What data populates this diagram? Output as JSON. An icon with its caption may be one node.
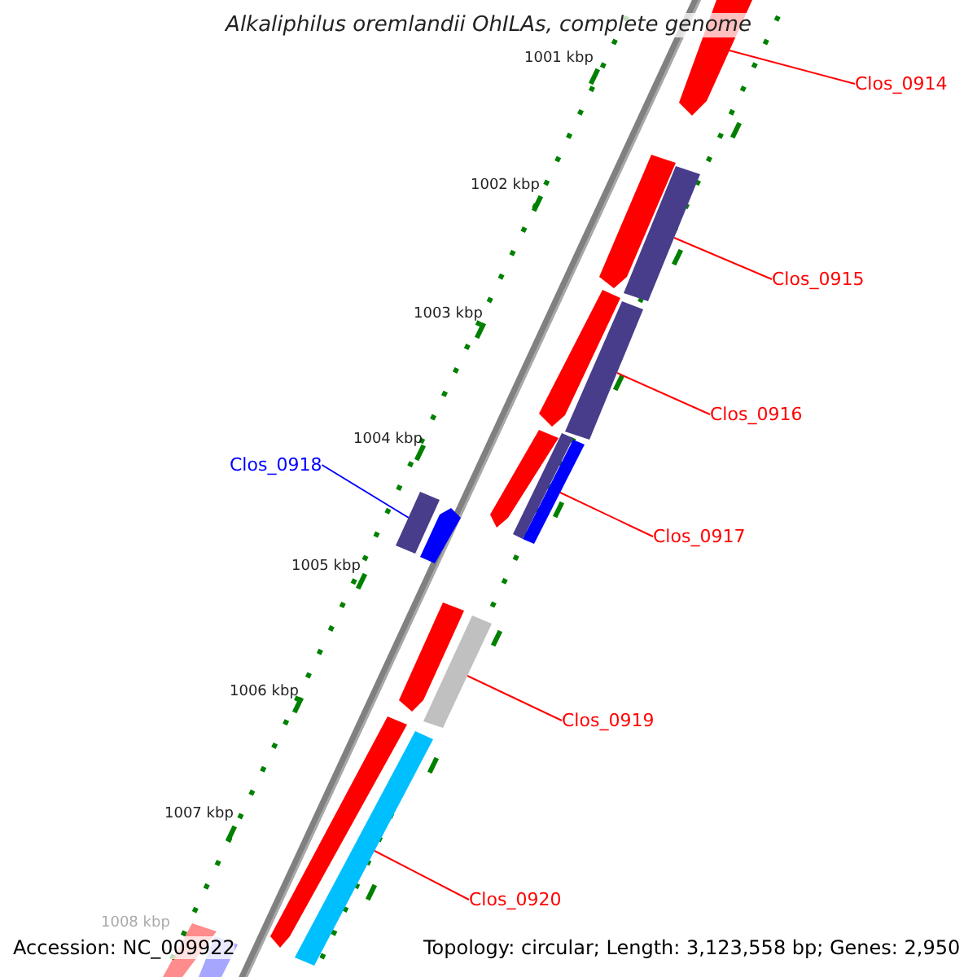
{
  "diagram": {
    "title": "Alkaliphilus oremlandii OhILAs, complete genome",
    "nodes": [
      {
        "text": [
          "Clos_0914"
        ]
      },
      {
        "text": [],
        "shape": "bar"
      },
      {
        "text": [
          "Clos_0915"
        ]
      },
      {
        "text": [],
        "shape": "bar"
      },
      {
        "text": [
          "Clos_0916"
        ]
      },
      {
        "text": [],
        "shape": "bar"
      },
      {
        "text": [
          "Clos_0918"
        ]
      },
      {
        "text": [],
        "shape": "bar"
      },
      {
        "text": [
          "Clos_0917"
        ]
      },
      {
        "text": [],
        "shape": "bar"
      },
      {
        "text": [
          "Clos_0919"
        ]
      },
      {
        "text": [],
        "shape": "bar"
      },
      {
        "text": [
          "Clos_0920"
        ]
      },
      {
        "text": [],
        "shape": "bar"
      },
      {
        "text": [],
        "shape": "bar"
      },
      {
        "text": [],
        "shape": "bar"
      },
      {
        "text": [],
        "shape": "bar"
      },
      {
        "text": [],
        "shape": "bar"
      },
      {
        "text": [],
        "shape": "bar"
      },
      {
        "text": [],
        "shape": "bar"
      },
      {
        "text": [],
        "shape": "bar"
      },
      {
        "text": [],
        "shape": "bar"
      },
      {
        "text": [],
        "shape": "bar"
      }
    ],
    "edges": [
      {
        "from": 0,
        "to": 1,
        "arrow": "none"
      },
      {
        "from": 2,
        "to": 3,
        "arrow": "none"
      },
      {
        "from": 4,
        "to": 5,
        "arrow": "none"
      },
      {
        "from": 6,
        "to": 7,
        "arrow": "none",
        "color": "#0000ff"
      },
      {
        "from": 8,
        "to": 9,
        "arrow": "none"
      },
      {
        "from": 10,
        "to": 11,
        "arrow": "none"
      },
      {
        "from": 12,
        "to": 13,
        "arrow": "none"
      }
    ],
    "labels": [
      "1001 kbp",
      "1002 kbp",
      "1003 kbp",
      "1004 kbp",
      "1005 kbp",
      "1006 kbp",
      "1007 kbp",
      "1008 kbp",
      "Accession: NC_009922",
      "Topology: circular; Length: 3,123,558 bp; Genes: 2,950"
    ]
  }
}
